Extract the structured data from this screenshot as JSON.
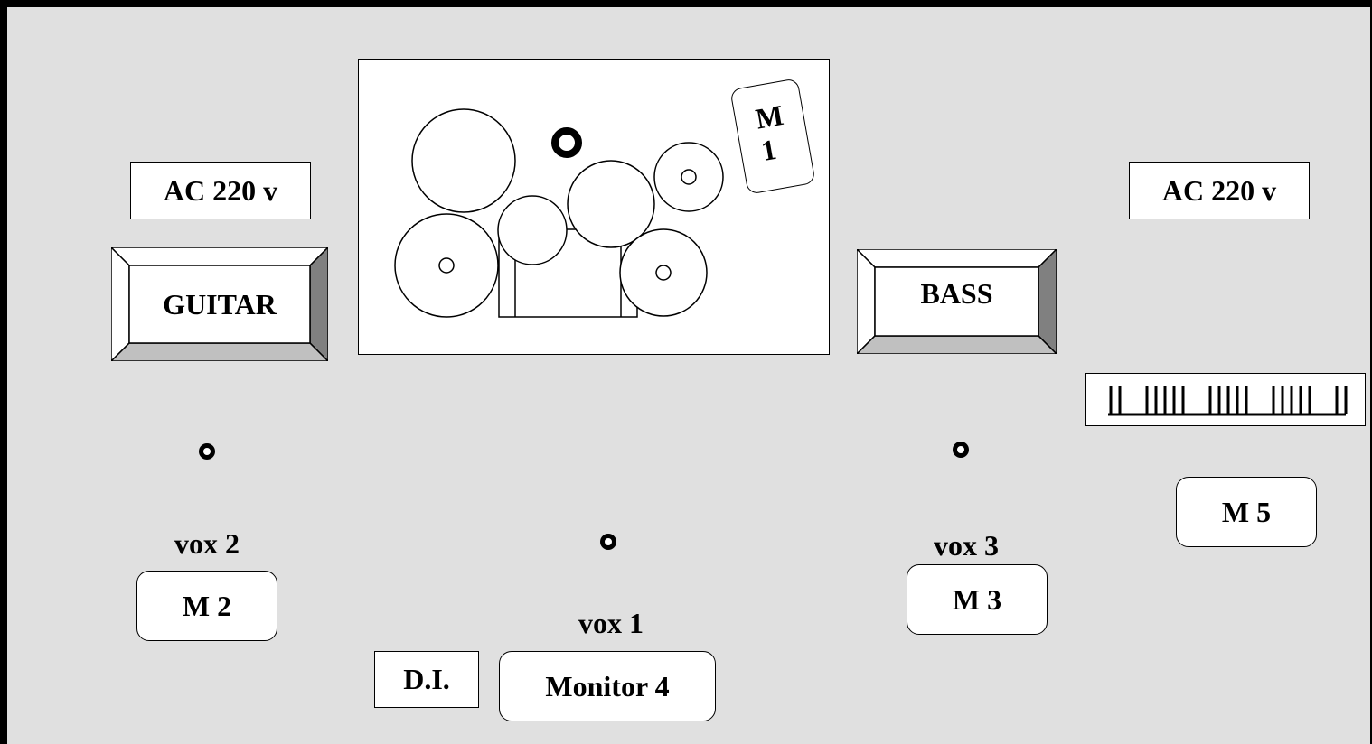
{
  "power": {
    "left_label": "AC 220 v",
    "right_label": "AC 220 v"
  },
  "amps": {
    "guitar_label": "GUITAR",
    "bass_label": "BASS"
  },
  "drums": {
    "monitor_label_line1": "M",
    "monitor_label_line2": "1"
  },
  "vocals": {
    "vox1_label": "vox 1",
    "vox2_label": "vox 2",
    "vox3_label": "vox 3"
  },
  "monitors": {
    "m2_label": "M 2",
    "m3_label": "M 3",
    "m4_label": "Monitor 4",
    "m5_label": "M 5"
  },
  "di_label": "D.I.",
  "keyboard": {
    "icon": "keyboard-icon"
  },
  "colors": {
    "stage_background": "#e0e0e0",
    "box_fill": "#ffffff",
    "outline": "#000000",
    "bevel_dark": "#808080",
    "bevel_light": "#c0c0c0"
  }
}
